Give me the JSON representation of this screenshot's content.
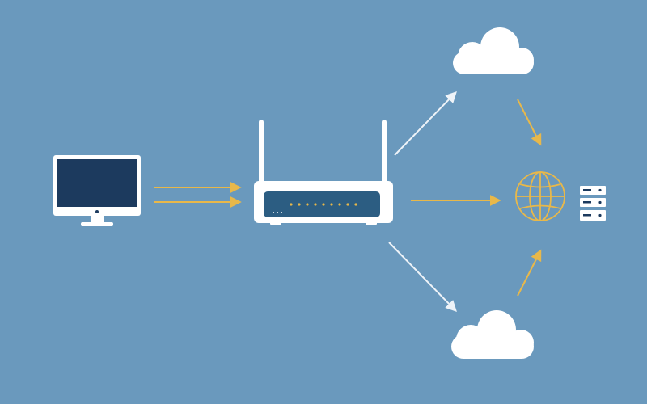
{
  "diagram": {
    "background_color": "#6a99bd",
    "node_color": "#ffffff",
    "screen_color": "#1c3a5e",
    "router_panel_color": "#2c5d82",
    "accent_color": "#e8b84a",
    "white_arrow_color": "#eef3f8",
    "nodes": [
      {
        "id": "computer",
        "icon": "desktop-monitor-icon"
      },
      {
        "id": "router",
        "icon": "wifi-router-icon"
      },
      {
        "id": "cloud-top",
        "icon": "cloud-icon"
      },
      {
        "id": "cloud-bottom",
        "icon": "cloud-icon"
      },
      {
        "id": "internet",
        "icon": "globe-icon"
      },
      {
        "id": "server",
        "icon": "server-rack-icon"
      }
    ],
    "edges": [
      {
        "from": "computer",
        "to": "router",
        "color": "accent",
        "count": 2
      },
      {
        "from": "router",
        "to": "cloud-top",
        "color": "white"
      },
      {
        "from": "router",
        "to": "internet",
        "color": "accent"
      },
      {
        "from": "router",
        "to": "cloud-bottom",
        "color": "white"
      },
      {
        "from": "cloud-top",
        "to": "internet",
        "color": "accent"
      },
      {
        "from": "cloud-bottom",
        "to": "internet",
        "color": "accent"
      }
    ]
  }
}
